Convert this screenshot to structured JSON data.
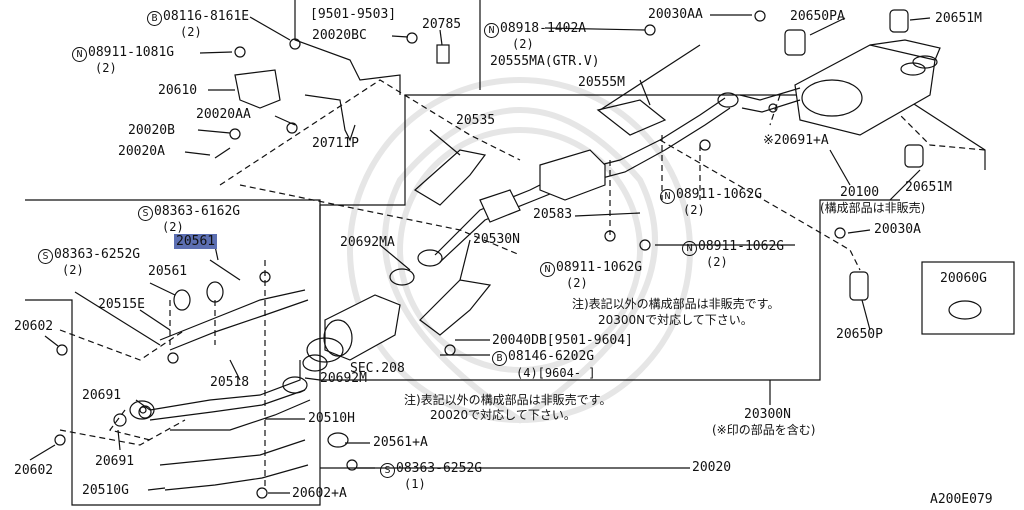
{
  "labels": {
    "p08116": {
      "prefix": "B",
      "code": "08116-8161E",
      "qty": "(2)"
    },
    "p08911a": {
      "prefix": "N",
      "code": "08911-1081G",
      "qty": "(2)"
    },
    "p20610": {
      "code": "20610"
    },
    "p20020aa": {
      "code": "20020AA"
    },
    "p20020b": {
      "code": "20020B"
    },
    "p20020a": {
      "code": "20020A"
    },
    "p20711p": {
      "code": "20711P"
    },
    "p9501": {
      "code": "[9501-9503]"
    },
    "p20020bc": {
      "code": "20020BC"
    },
    "p20785": {
      "code": "20785"
    },
    "p08918": {
      "prefix": "N",
      "code": "08918-1402A",
      "qty": "(2)"
    },
    "p20030aa": {
      "code": "20030AA"
    },
    "p20650pa": {
      "code": "20650PA"
    },
    "p20651m_top": {
      "code": "20651M"
    },
    "p20555ma": {
      "code": "20555MA(GTR.V)"
    },
    "p20555m": {
      "code": "20555M"
    },
    "p20691a": {
      "code": "※20691+A"
    },
    "p20535": {
      "code": "20535"
    },
    "p20100": {
      "code": "20100",
      "note": "(構成部品は非販売)"
    },
    "p20651m_b": {
      "code": "20651M"
    },
    "p08911b": {
      "prefix": "N",
      "code": "08911-1062G",
      "qty": "(2)"
    },
    "p20583": {
      "code": "20583"
    },
    "p20030a": {
      "code": "20030A"
    },
    "p08911c": {
      "prefix": "N",
      "code": "08911-1062G",
      "qty": "(2)"
    },
    "p08911d": {
      "prefix": "N",
      "code": "08911-1062G",
      "qty": "(2)"
    },
    "p20692ma": {
      "code": "20692MA"
    },
    "p20530n": {
      "code": "20530N"
    },
    "p08363_6162": {
      "prefix": "S",
      "code": "08363-6162G",
      "qty": "(2)"
    },
    "p20561_hl": {
      "code": "20561"
    },
    "p08363_6252a": {
      "prefix": "S",
      "code": "08363-6252G",
      "qty": "(2)"
    },
    "p20561": {
      "code": "20561"
    },
    "p20515e": {
      "code": "20515E"
    },
    "p20602_top": {
      "code": "20602"
    },
    "p20518": {
      "code": "20518"
    },
    "p20691_a": {
      "code": "20691"
    },
    "p20691_b": {
      "code": "20691"
    },
    "p20602_bot": {
      "code": "20602"
    },
    "p20510g": {
      "code": "20510G"
    },
    "p20602a": {
      "code": "20602+A"
    },
    "p20692m": {
      "code": "20692M"
    },
    "p20510h": {
      "code": "20510H"
    },
    "p20561a": {
      "code": "20561+A"
    },
    "p08363_6252b": {
      "prefix": "S",
      "code": "08363-6252G",
      "qty": "(1)"
    },
    "p20020": {
      "code": "20020"
    },
    "p20300n": {
      "code": "20300N",
      "note": "(※印の部品を含む)"
    },
    "p20040db": {
      "code": "20040DB[9501-9604]"
    },
    "p08146": {
      "prefix": "B",
      "code": "08146-6202G",
      "qty": "(4)[9604-    ]"
    },
    "psec208": {
      "code": "SEC.208"
    },
    "p20650p": {
      "code": "20650P"
    },
    "p20060g": {
      "code": "20060G"
    }
  },
  "notes": {
    "note1_l1": "注)表記以外の構成部品は非販売です。",
    "note1_l2": "20300Nで対応して下さい。",
    "note2_l1": "注)表記以外の構成部品は非販売です。",
    "note2_l2": "20020で対応して下さい。"
  },
  "diagram_id": "A200E079",
  "colors": {
    "line": "#111111",
    "highlight": "#5c6fb2",
    "watermark": "#e3e3e3"
  }
}
